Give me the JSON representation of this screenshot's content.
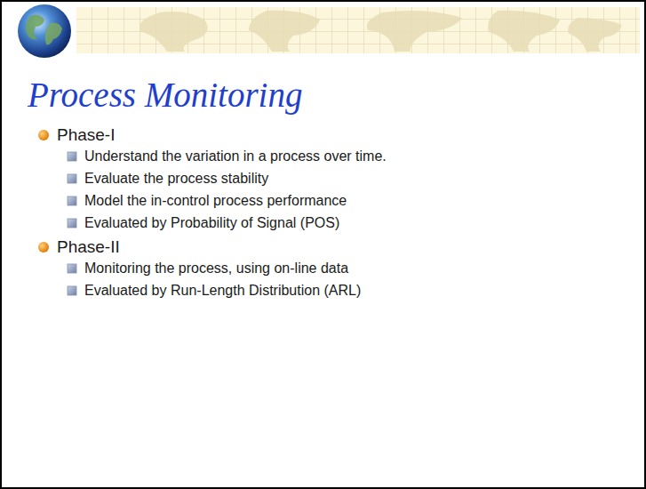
{
  "diagram": {
    "title": "Process Monitoring",
    "labels": [
      "Phase-I",
      "Understand the variation in a process over time.",
      "Evaluate the process stability",
      "Model the in-control process performance",
      "Evaluated by Probability of Signal (POS)",
      "Phase-II",
      "Monitoring the process, using on-line data",
      "Evaluated by Run-Length Distribution (ARL)"
    ]
  }
}
